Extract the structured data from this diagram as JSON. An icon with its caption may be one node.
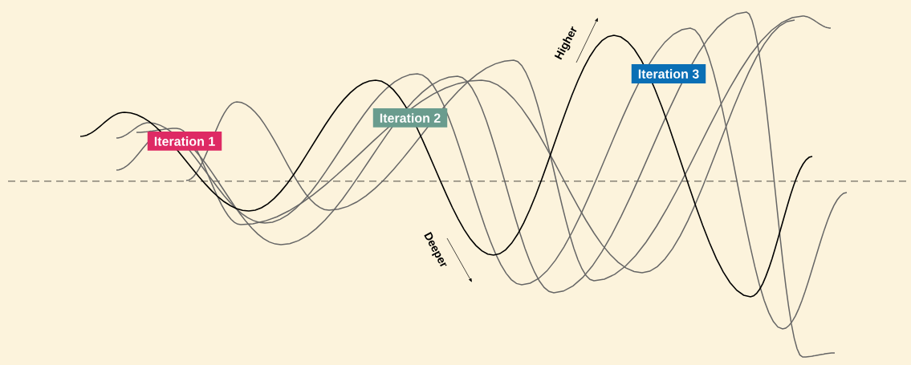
{
  "diagram": {
    "nodes": [
      {
        "text": [
          "Iteration 1"
        ]
      },
      {
        "text": [
          "Iteration 2"
        ]
      },
      {
        "text": [
          "Iteration 3"
        ]
      }
    ],
    "labels": [
      "Higher",
      "Deeper"
    ]
  }
}
